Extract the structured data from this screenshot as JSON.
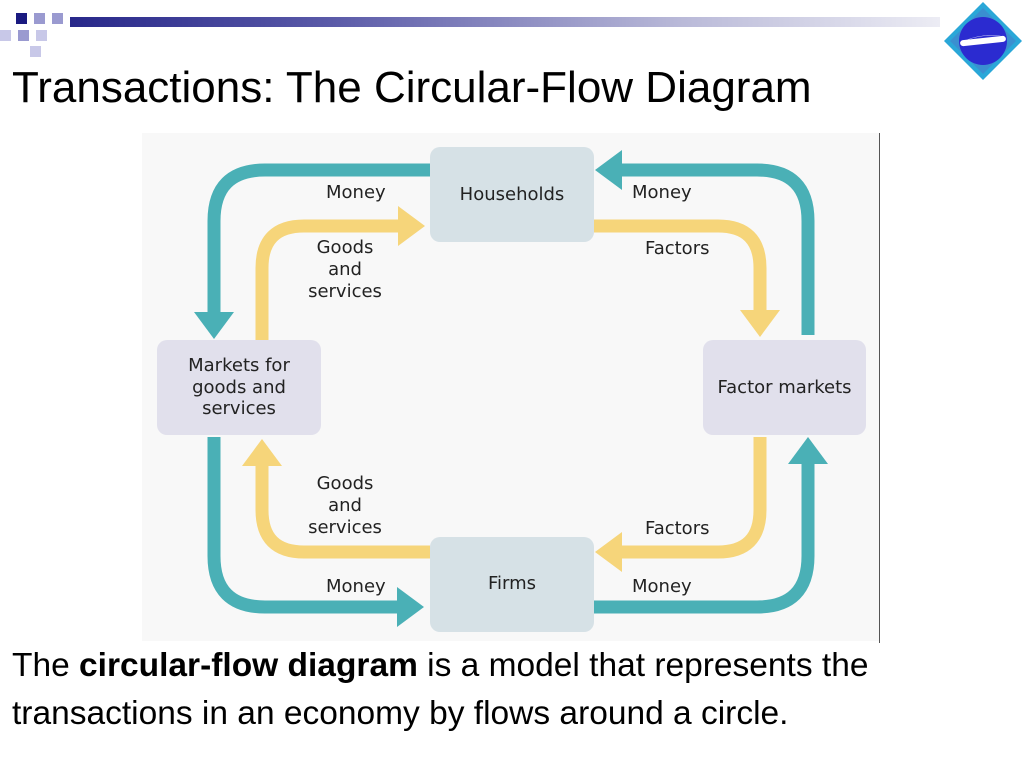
{
  "slide": {
    "title": "Transactions: The Circular-Flow Diagram",
    "caption_before": "The ",
    "caption_term": "circular-flow diagram",
    "caption_after": " is a model that represents the transactions in an economy by flows around a circle."
  },
  "diagram": {
    "nodes": {
      "households": "Households",
      "goods_markets": "Markets for goods and services",
      "factor_markets": "Factor markets",
      "firms": "Firms"
    },
    "flows": {
      "money_top_left": "Money",
      "money_top_right": "Money",
      "goods_top": "Goods and services",
      "factors_top": "Factors",
      "goods_bottom": "Goods and services",
      "factors_bottom": "Factors",
      "money_bottom_left": "Money",
      "money_bottom_right": "Money"
    },
    "colors": {
      "money_flow": "#4ab0b6",
      "goods_factors_flow": "#f6d57a",
      "node_fill_blue": "#d6e1e6",
      "node_fill_purple": "#e1e0ec"
    }
  }
}
